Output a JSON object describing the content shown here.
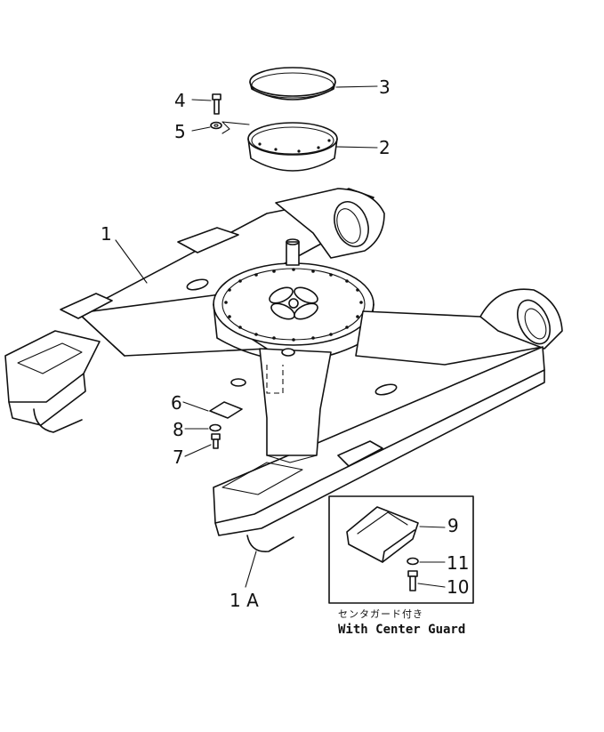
{
  "callouts": {
    "c1": "1",
    "c1a": "1 A",
    "c2": "2",
    "c3": "3",
    "c4": "4",
    "c5": "5",
    "c6": "6",
    "c7": "7",
    "c8": "8",
    "c9": "9",
    "c10": "10",
    "c11": "11"
  },
  "inset": {
    "caption_jp": "センタガード付き",
    "caption_en": "With Center Guard"
  }
}
